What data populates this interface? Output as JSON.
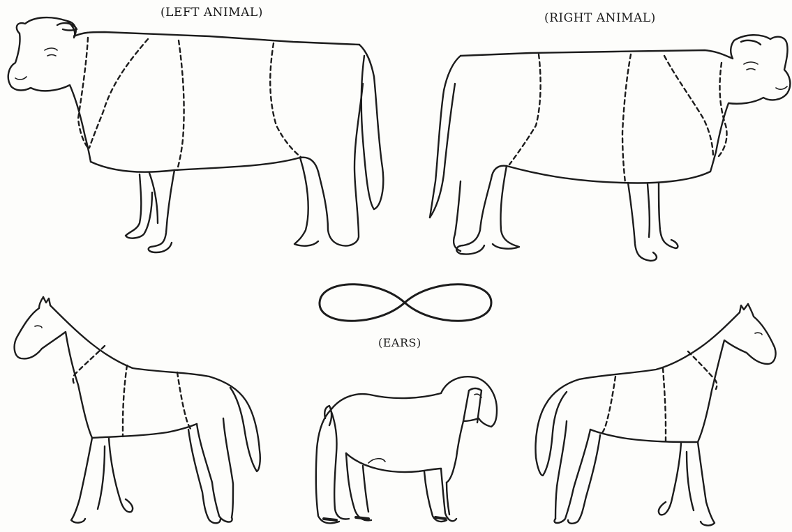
{
  "labels": {
    "left_animal": "(LEFT ANIMAL)",
    "right_animal": "(RIGHT ANIMAL)",
    "ears": "(EARS)"
  },
  "figures": [
    "cow-left",
    "cow-right",
    "ear-notch-figure-eight",
    "horse-left",
    "sheep",
    "horse-right"
  ],
  "colors": {
    "ink": "#1c1c1c",
    "paper": "#fdfdfb"
  }
}
